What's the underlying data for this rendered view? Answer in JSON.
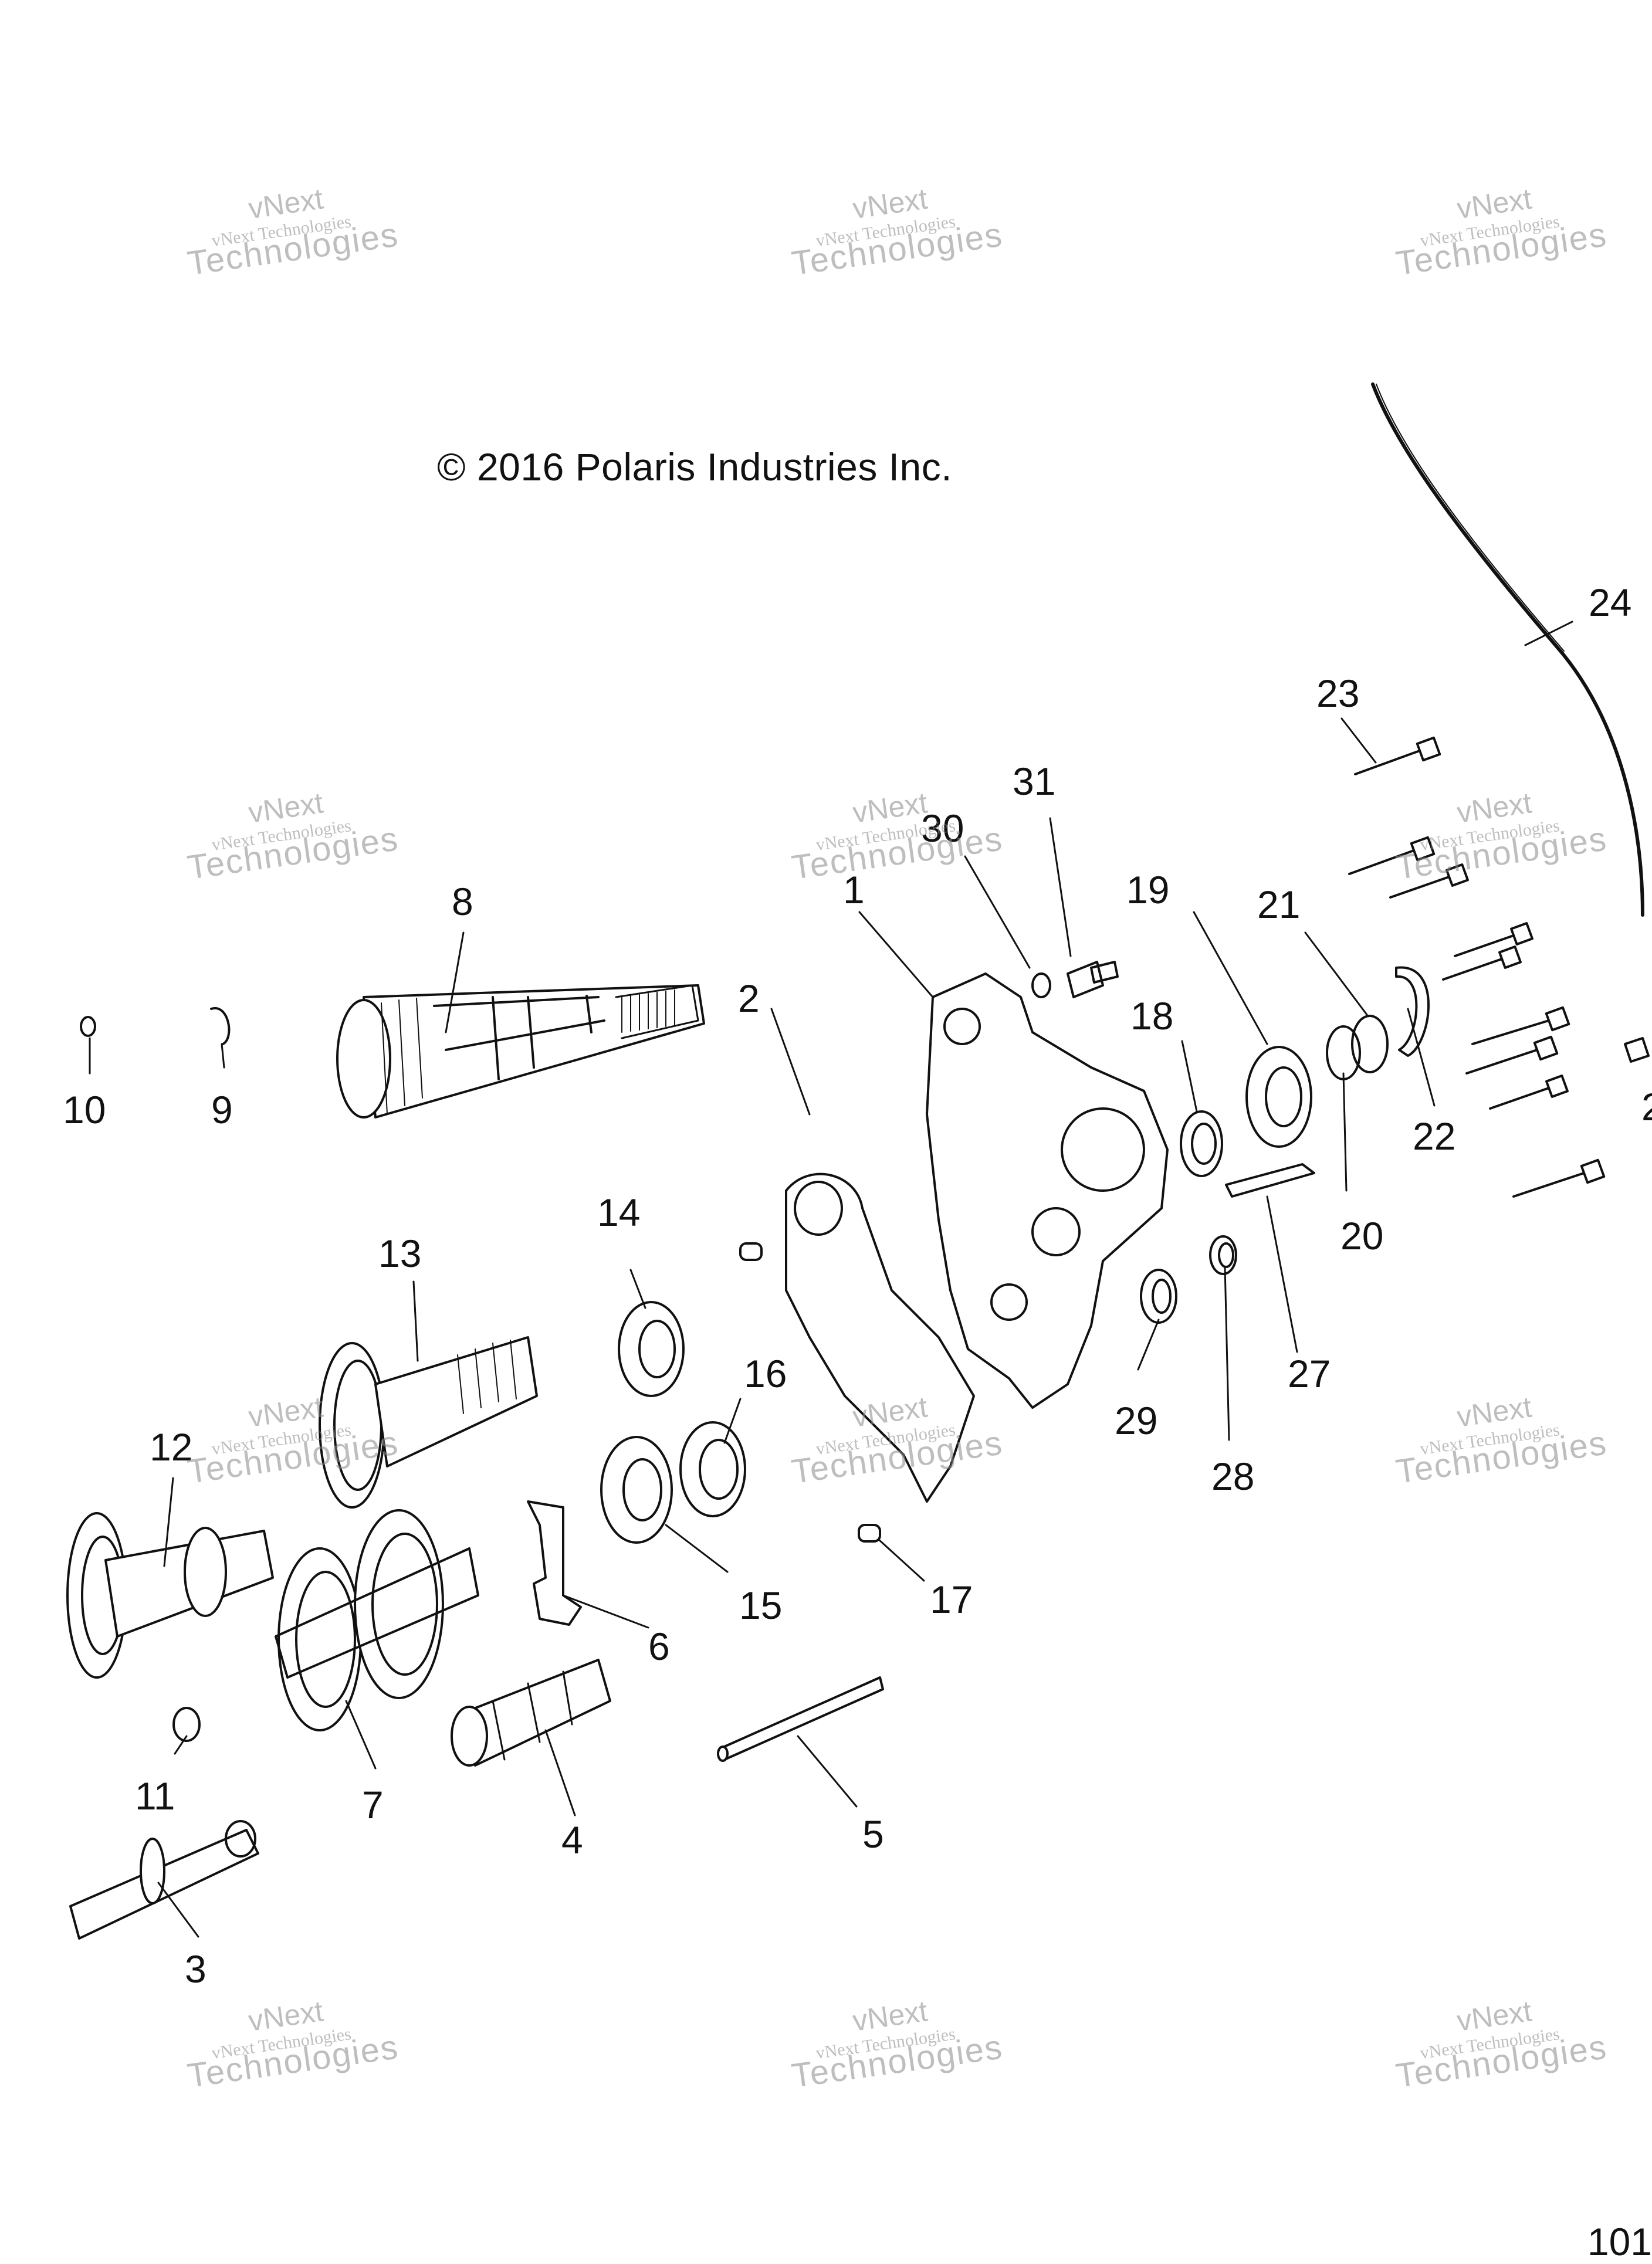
{
  "copyright": "© 2016 Polaris Industries Inc.",
  "watermark": {
    "line1": "vNext Technologies",
    "line2": "Technologies",
    "line3": "vNext"
  },
  "callouts": [
    "1",
    "2",
    "3",
    "4",
    "5",
    "6",
    "7",
    "8",
    "9",
    "10",
    "11",
    "12",
    "13",
    "14",
    "15",
    "16",
    "17",
    "18",
    "19",
    "20",
    "21",
    "22",
    "23",
    "24",
    "27",
    "28",
    "29",
    "30",
    "31"
  ],
  "partial_labels": [
    "2"
  ],
  "page_number_partial": "101"
}
